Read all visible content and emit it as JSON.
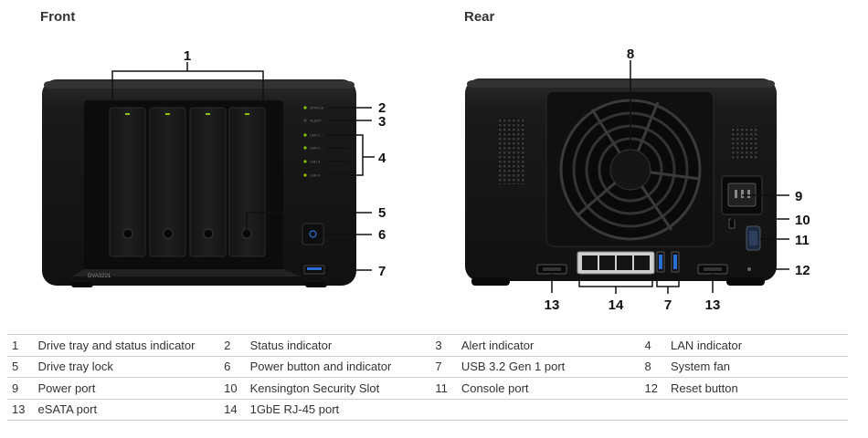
{
  "headings": {
    "front": "Front",
    "rear": "Rear"
  },
  "front_panel": {
    "model": "DVA3221",
    "indicators": [
      "STATUS",
      "ALERT",
      "LAN 1",
      "LAN 2",
      "LAN 3",
      "LAN 4"
    ]
  },
  "callouts": {
    "c1": "1",
    "c2": "2",
    "c3": "3",
    "c4": "4",
    "c5": "5",
    "c6": "6",
    "c7_front": "7",
    "c8": "8",
    "c9": "9",
    "c10": "10",
    "c11": "11",
    "c12": "12",
    "c13_left": "13",
    "c14": "14",
    "c7_rear": "7",
    "c13_right": "13"
  },
  "legend": [
    [
      {
        "num": "1",
        "text": "Drive tray and status indicator"
      },
      {
        "num": "2",
        "text": "Status indicator"
      },
      {
        "num": "3",
        "text": "Alert indicator"
      },
      {
        "num": "4",
        "text": "LAN indicator"
      }
    ],
    [
      {
        "num": "5",
        "text": "Drive tray lock"
      },
      {
        "num": "6",
        "text": "Power button and indicator"
      },
      {
        "num": "7",
        "text": "USB 3.2 Gen 1 port"
      },
      {
        "num": "8",
        "text": "System fan"
      }
    ],
    [
      {
        "num": "9",
        "text": "Power port"
      },
      {
        "num": "10",
        "text": "Kensington Security Slot"
      },
      {
        "num": "11",
        "text": "Console port"
      },
      {
        "num": "12",
        "text": "Reset button"
      }
    ],
    [
      {
        "num": "13",
        "text": "eSATA port"
      },
      {
        "num": "14",
        "text": "1GbE RJ-45 port"
      },
      {
        "num": "",
        "text": ""
      },
      {
        "num": "",
        "text": ""
      }
    ]
  ],
  "colors": {
    "chassis": "#1b1b1b",
    "accent_led": "#8bc400",
    "usb_blue": "#2a6fd6",
    "line": "#111111"
  }
}
